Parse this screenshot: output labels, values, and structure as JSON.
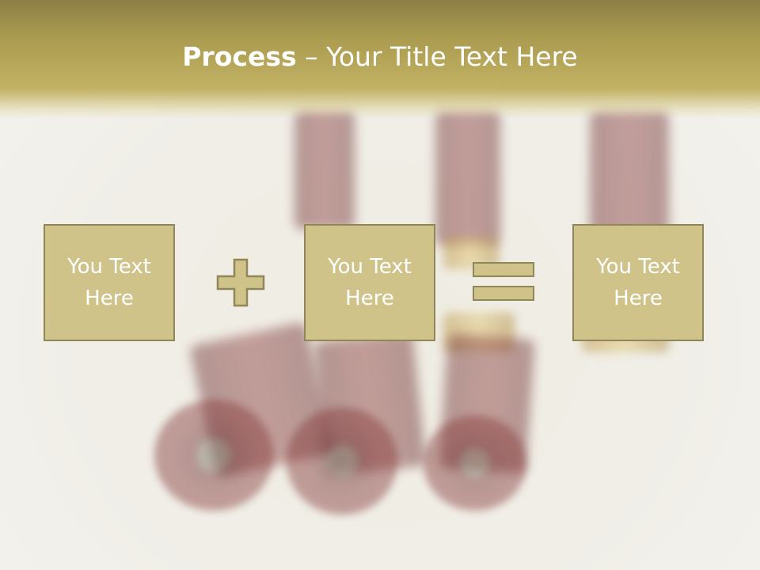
{
  "title": {
    "bold": "Process",
    "rest": " – Your Title Text Here"
  },
  "boxes": [
    {
      "line1": "You Text",
      "line2": "Here"
    },
    {
      "line1": "You Text",
      "line2": "Here"
    },
    {
      "line1": "You Text",
      "line2": "Here"
    }
  ],
  "operators": {
    "first": "plus-icon",
    "second": "equals-icon"
  },
  "colors": {
    "header": "#a99a4f",
    "box_fill": "#cfc38a",
    "box_border": "#8f8659",
    "text": "#ffffff"
  }
}
